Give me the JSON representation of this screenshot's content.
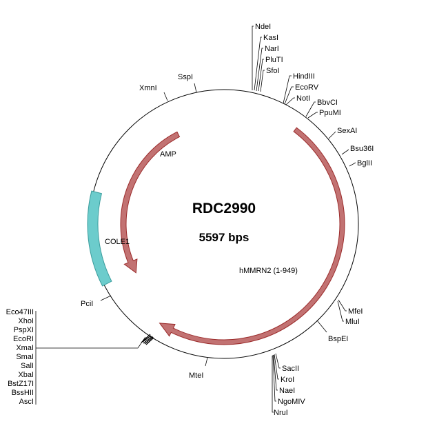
{
  "plasmid": {
    "name": "RDC2990",
    "size_label": "5597 bps",
    "colors": {
      "backbone": "#000000",
      "orf": "#c27272",
      "orf_stroke": "#9b2b2b",
      "origin": "#6ccccc",
      "origin_stroke": "#3a9c9c"
    }
  },
  "features": [
    {
      "id": "amp",
      "label": "AMP",
      "type": "orf"
    },
    {
      "id": "hmmrn2",
      "label": "hMMRN2 (1-949)",
      "type": "orf"
    },
    {
      "id": "cole1",
      "label": "COLE1",
      "type": "origin"
    }
  ],
  "sites": {
    "top_cluster": [
      "NdeI",
      "KasI",
      "NarI",
      "PluTI",
      "SfoI"
    ],
    "upper_right": [
      "HindIII",
      "EcoRV",
      "NotI"
    ],
    "right_a": [
      "BbvCI",
      "PpuMI"
    ],
    "right_single": [
      "SexAI",
      "Bsu36I",
      "BglII"
    ],
    "lower_right": [
      "MfeI",
      "MluI"
    ],
    "bspei": "BspEI",
    "bottom_cluster": [
      "SacII",
      "KroI",
      "NaeI",
      "NgoMIV",
      "NruI"
    ],
    "mtei": "MteI",
    "left_stack": [
      "Eco47III",
      "XhoI",
      "PspXI",
      "EcoRI",
      "XmaI",
      "SmaI",
      "SalI",
      "XbaI",
      "BstZ17I",
      "BssHII",
      "AscI"
    ],
    "pcii": "PciI",
    "xmni": "XmnI",
    "sspi": "SspI"
  }
}
